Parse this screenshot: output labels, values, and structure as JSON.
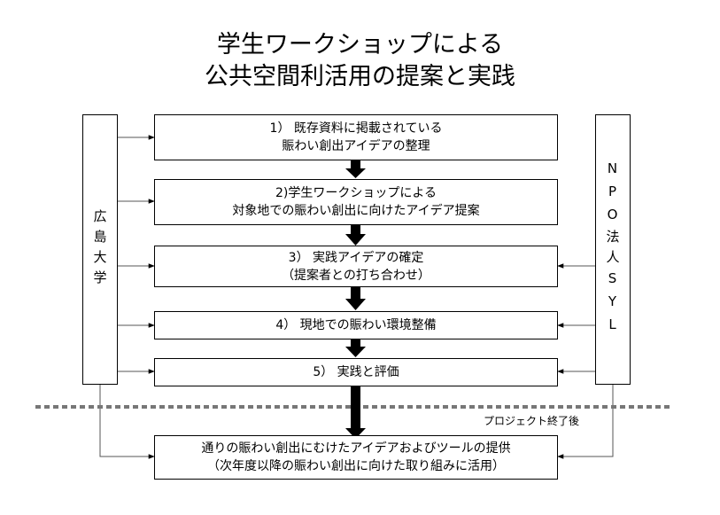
{
  "title": {
    "line1": "学生ワークショップによる",
    "line2": "公共空間利活用の提案と実践"
  },
  "left_actor": "広島大学",
  "right_actor": "NPO法人SYL",
  "steps": [
    {
      "line1": "1） 既存資料に掲載されている",
      "line2": "賑わい創出アイデアの整理"
    },
    {
      "line1": "2)学生ワークショップによる",
      "line2": "対象地での賑わい創出に向けたアイデア提案"
    },
    {
      "line1": "3） 実践アイデアの確定",
      "line2": "（提案者との打ち合わせ）"
    },
    {
      "line1": "4） 現地での賑わい環境整備",
      "line2": ""
    },
    {
      "line1": "5） 実践と評価",
      "line2": ""
    }
  ],
  "separator_label": "プロジェクト終了後",
  "final": {
    "line1": "通りの賑わい創出にむけたアイデアおよびツールの提供",
    "line2": "（次年度以降の賑わい創出に向けた取り組みに活用）"
  }
}
